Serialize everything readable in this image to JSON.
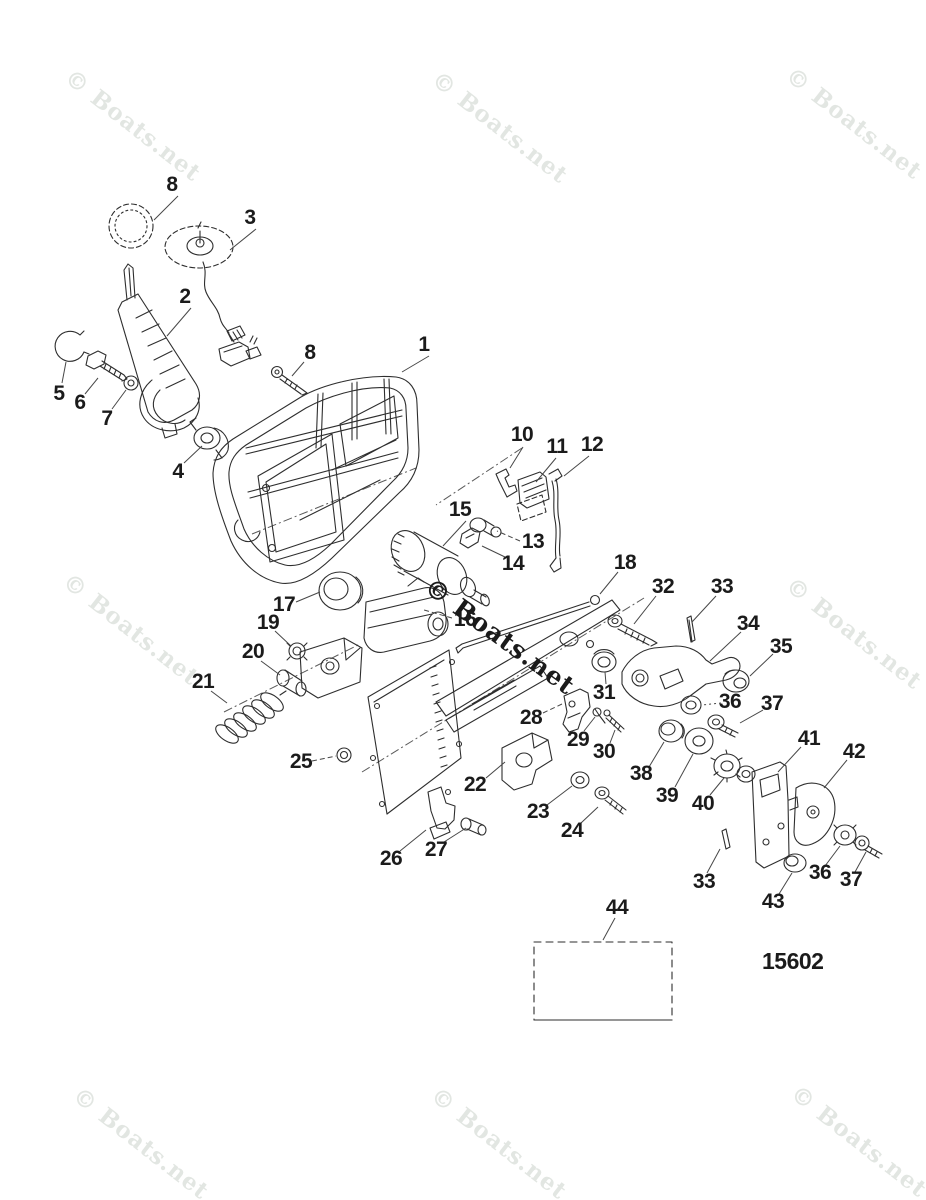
{
  "watermark": {
    "text": "© Boats.net",
    "light_color": "#e2e6e2",
    "dark_color": "#1a1a1a"
  },
  "diagram": {
    "figure_number": "15602",
    "callouts": [
      "1",
      "2",
      "3",
      "4",
      "5",
      "6",
      "7",
      "8",
      "8",
      "10",
      "11",
      "12",
      "13",
      "14",
      "15",
      "16",
      "17",
      "18",
      "19",
      "20",
      "21",
      "22",
      "23",
      "24",
      "25",
      "26",
      "27",
      "28",
      "29",
      "30",
      "31",
      "32",
      "33",
      "33",
      "34",
      "35",
      "36",
      "36",
      "37",
      "37",
      "38",
      "39",
      "40",
      "41",
      "42",
      "43",
      "44"
    ]
  }
}
